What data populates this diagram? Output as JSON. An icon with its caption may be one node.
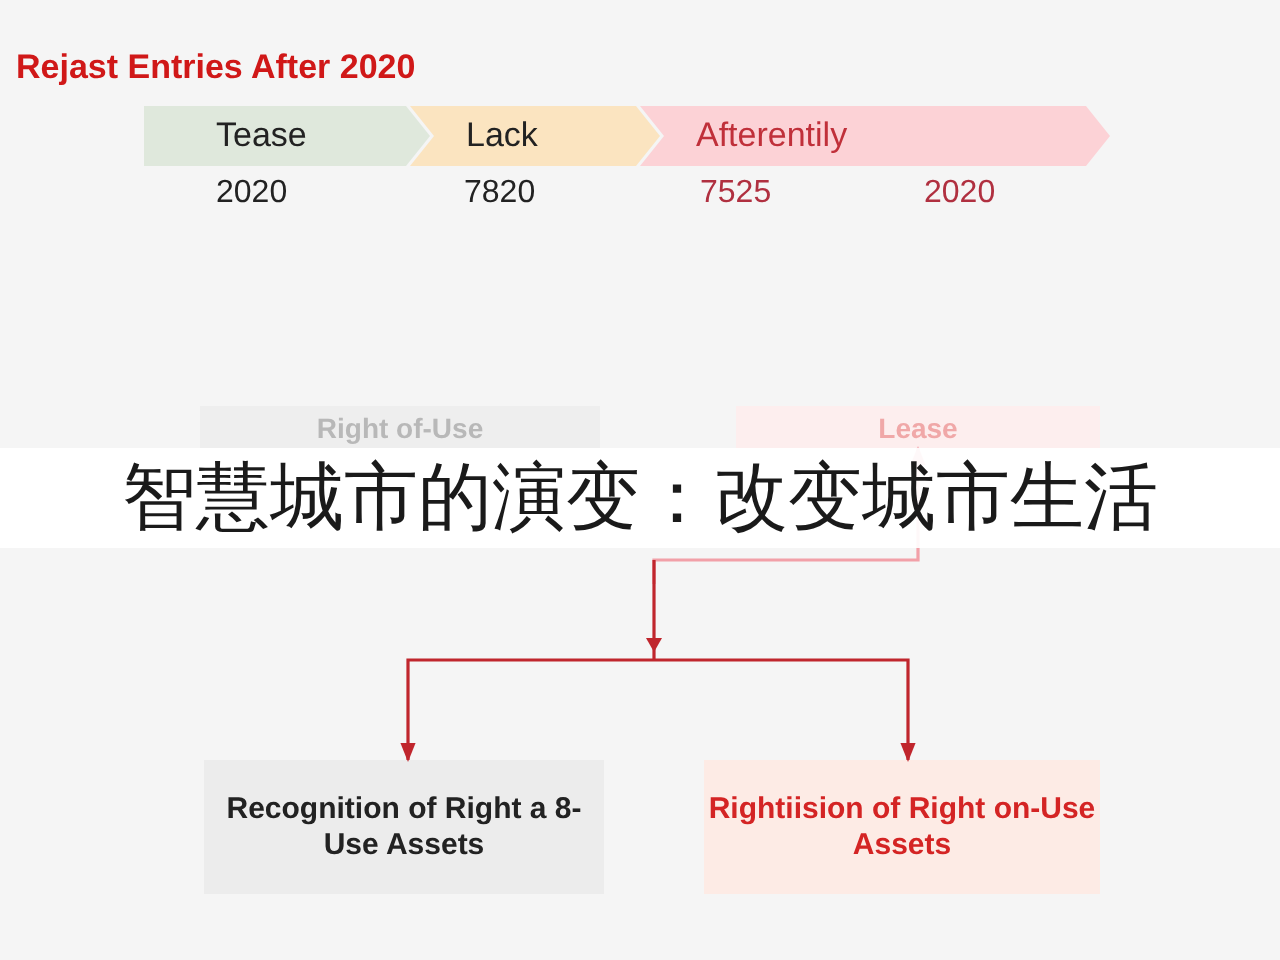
{
  "diagram": {
    "title": "Rejast Entries After 2020",
    "nodes": [
      {
        "text": [
          "Tease"
        ],
        "beside": [
          "2020"
        ]
      },
      {
        "text": [
          "Lack"
        ],
        "beside": [
          "7820"
        ]
      },
      {
        "text": [
          "Afterentily"
        ],
        "beside": [
          "7525",
          "2020"
        ]
      },
      {
        "text": [
          "Right of-Use"
        ]
      },
      {
        "text": [
          "Lease"
        ]
      },
      {
        "text": [
          "Recognition of Right a 8-Use Assets"
        ]
      },
      {
        "text": [
          "Rightiision of Right on-Use Assets"
        ]
      }
    ],
    "edges": [
      {
        "from": null,
        "to": 4,
        "arrow": "to",
        "color": "#f2a0a8"
      },
      {
        "from": null,
        "to": 5,
        "arrow": "to"
      },
      {
        "from": null,
        "to": 6,
        "arrow": "to"
      }
    ],
    "labels": [
      "智慧城市的演变：改变城市生活"
    ]
  }
}
